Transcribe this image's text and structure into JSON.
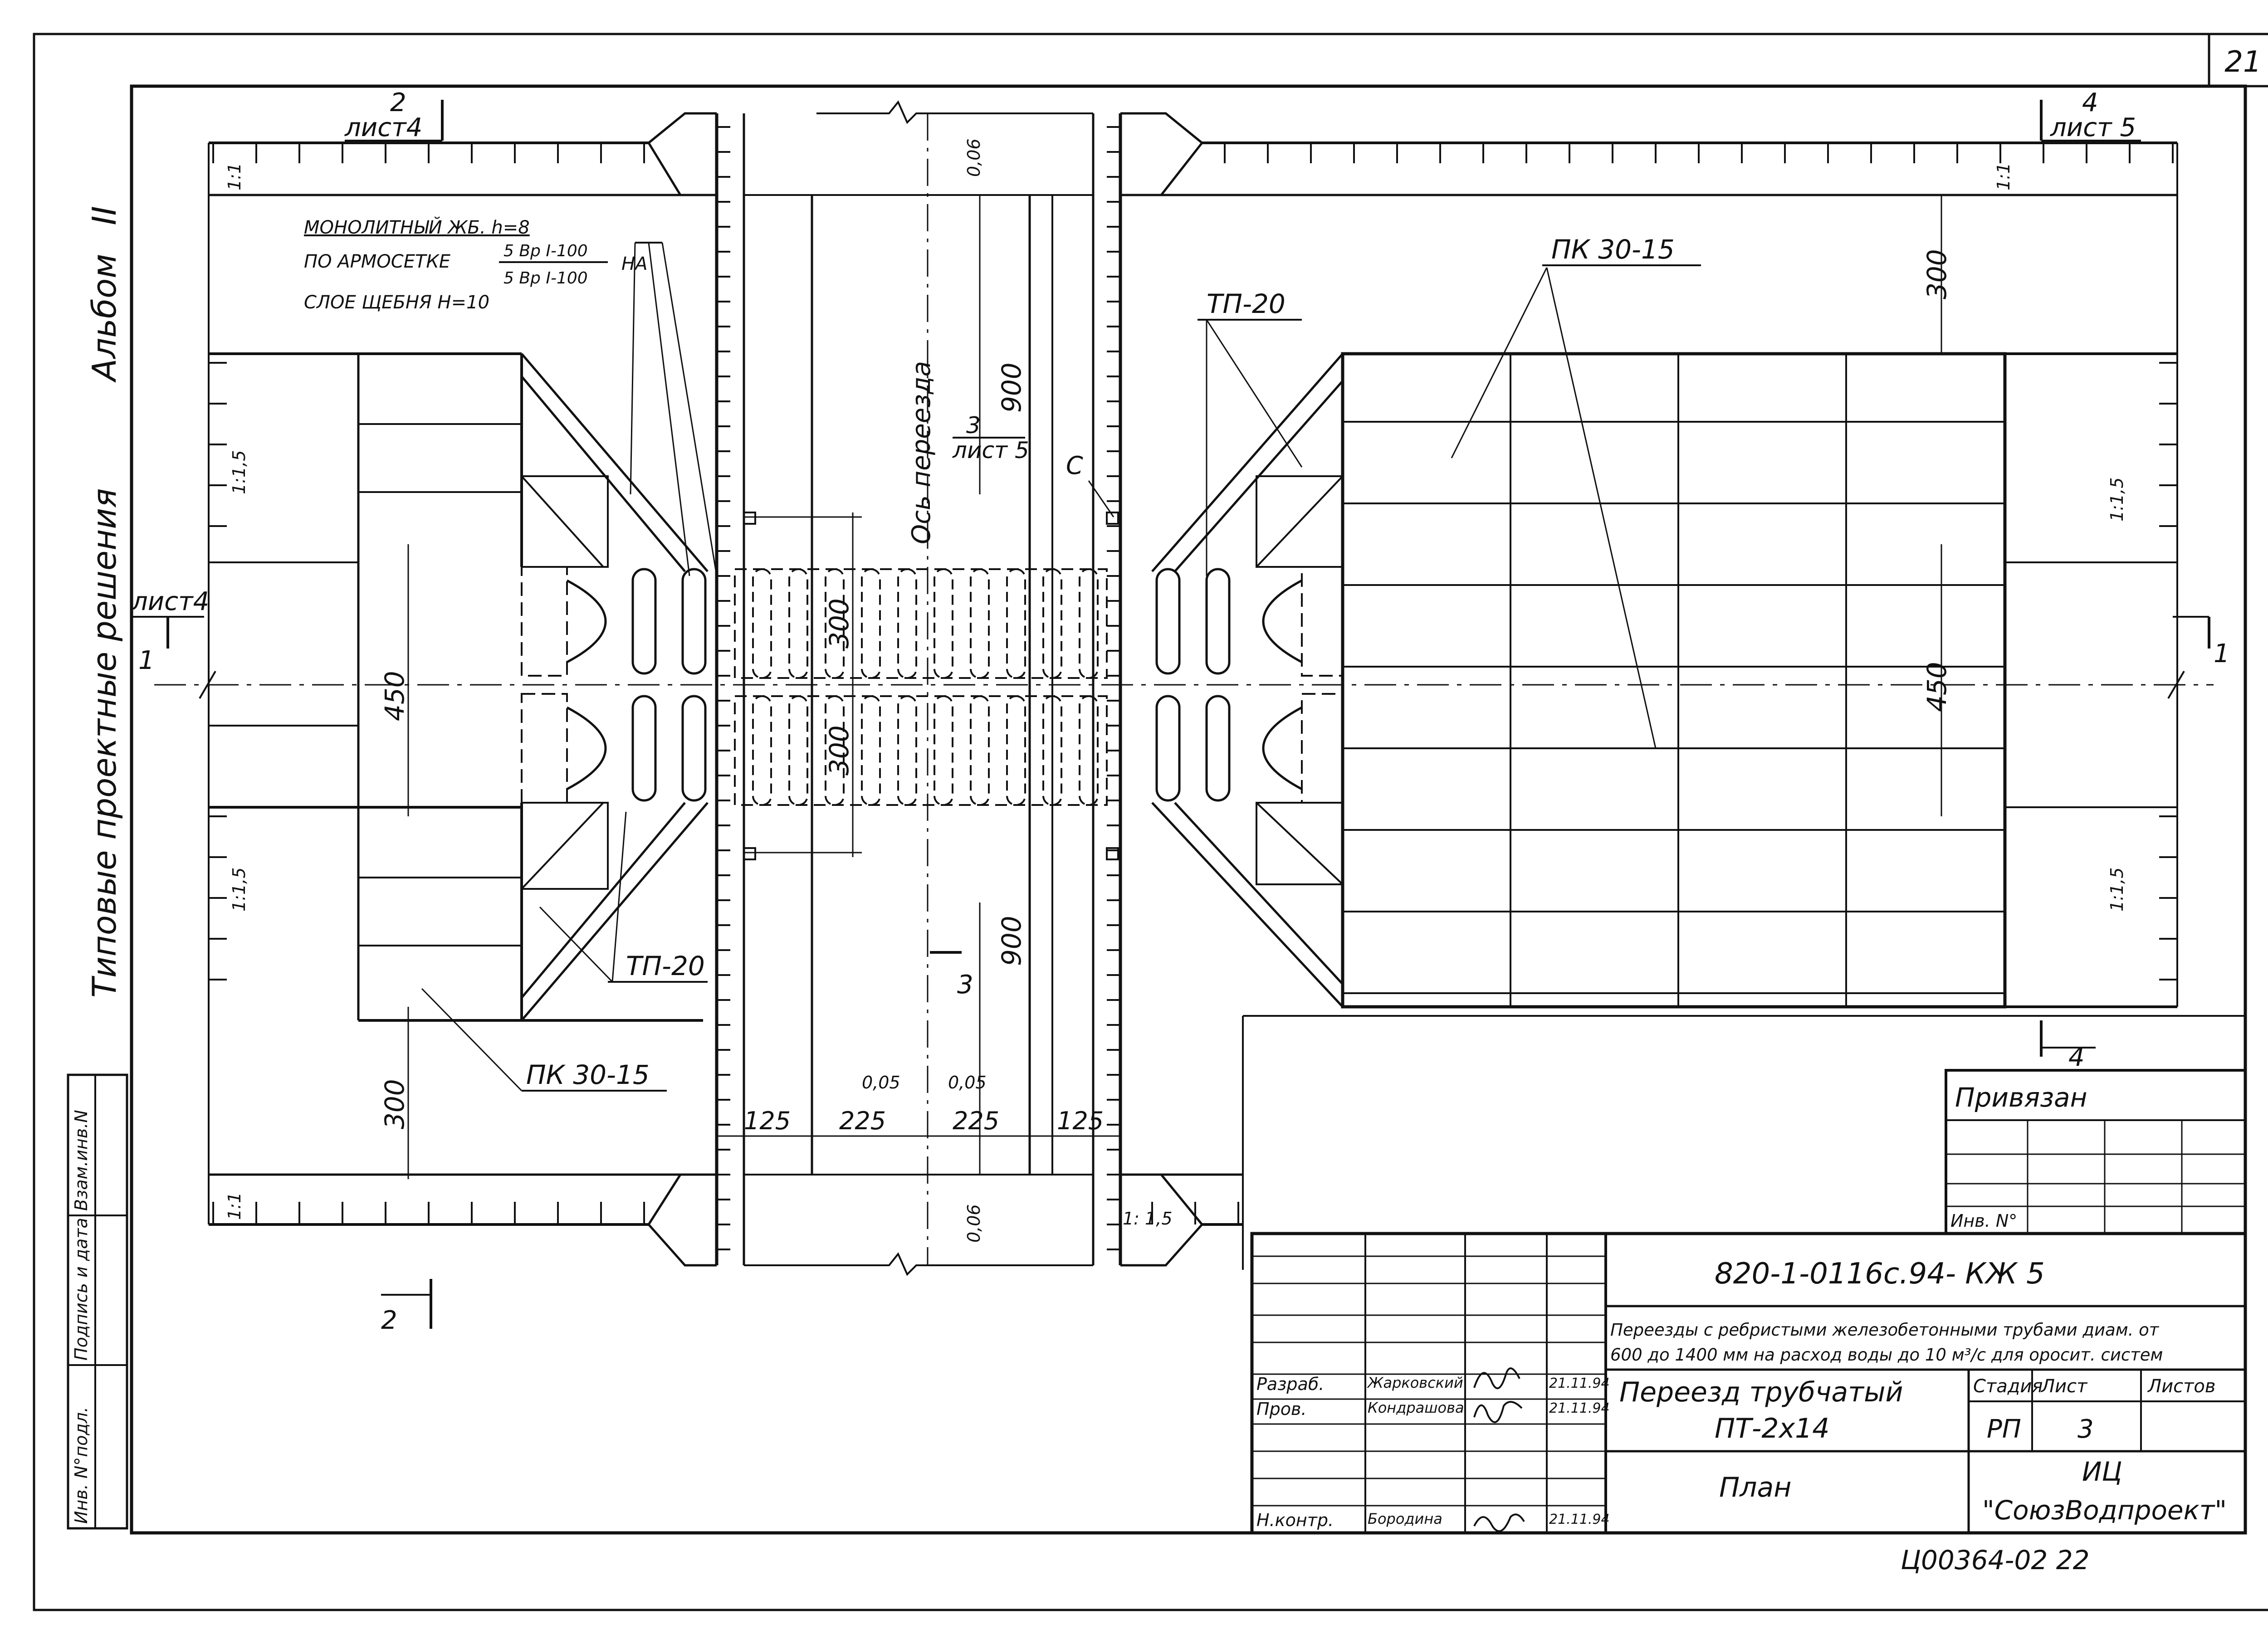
{
  "sheet_number": "21",
  "side_margin": {
    "album": "Альбом",
    "album_roman": "II",
    "series_title": "Типовые проектные решения",
    "stamp_labels": [
      "Взам.инв.N",
      "Подпись и дата",
      "Инв. N°подл."
    ]
  },
  "section_marks": {
    "s2_top": {
      "num": "2",
      "sheet": "лист4"
    },
    "s4_top": {
      "num": "4",
      "sheet": "лист 5"
    },
    "s1_left": {
      "num": "1",
      "sheet": "лист4"
    },
    "s1_right": {
      "num": "1"
    },
    "s3_mid": {
      "num": "3",
      "sheet": "лист 5"
    },
    "s3_low": {
      "num": "3"
    },
    "s2_bottom": {
      "num": "2"
    },
    "s4_bottom": {
      "num": "4"
    }
  },
  "notes": {
    "line1": "МОНОЛИТНЫЙ ЖБ. h=8",
    "line2": "ПО АРМОСЕТКЕ",
    "frac_top": "5 Вр I-100",
    "frac_bottom": "5 Вр I-100",
    "frac_suffix": "НА",
    "line3": "СЛОЕ ЩЕБНЯ  H=10"
  },
  "labels": {
    "pk_left": "ПК 30-15",
    "pk_right": "ПК 30-15",
    "tp_upper": "ТП-20",
    "tp_lower": "ТП-20",
    "axis": "Ось переезда",
    "point_c": "С"
  },
  "slopes": {
    "s1_1": "1:1",
    "s1_1_5": "1:1,5",
    "s1_1_5_b": "1: 1,5"
  },
  "dimensions": {
    "d300_right": "300",
    "d900_upper": "900",
    "d900_lower": "900",
    "d450_left": "450",
    "d450_right": "450",
    "d300_mid_upper": "300",
    "d300_mid_lower": "300",
    "d300_left": "300",
    "d0_06": "0,06",
    "d0_05": "0,05",
    "d125": "125",
    "d225": "225"
  },
  "privyazan": {
    "title": "Привязан",
    "inv": "Инв. N°"
  },
  "title_block": {
    "doc_code": "820-1-0116с.94- КЖ 5",
    "description_line1": "Переезды с ребристыми железобетонными трубами диам. от",
    "description_line2": "600 до 1400 мм на расход воды до 10 м³/с для оросит. систем",
    "object_title_1": "Переезд трубчатый",
    "object_title_2": "ПТ-2х14",
    "sheet_title": "План",
    "col_stage": "Стадия",
    "col_sheet": "Лист",
    "col_sheets": "Листов",
    "stage": "РП",
    "sheet": "3",
    "org_1": "ИЦ",
    "org_2": "\"СоюзВодпроект\"",
    "roles": [
      {
        "role": "Разраб.",
        "name": "Жарковский",
        "date": "21.11.94"
      },
      {
        "role": "Пров.",
        "name": "Кондрашова",
        "date": "21.11.94"
      },
      {
        "role": "Н.контр.",
        "name": "Бородина",
        "date": "21.11.94"
      }
    ]
  },
  "footer_code": "Ц00364-02  22"
}
